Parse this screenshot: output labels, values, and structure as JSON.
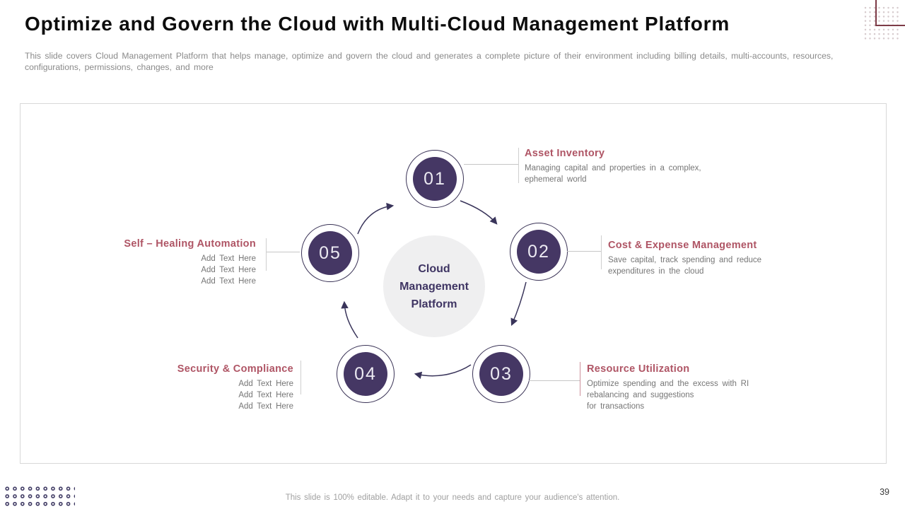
{
  "header": {
    "title": "Optimize and Govern the Cloud with Multi-Cloud Management Platform",
    "subtitle_lines": [
      "This slide covers Cloud Management Platform that helps manage, optimize and govern the cloud and generates a complete picture of their environment including billing details, multi-accounts, resources,",
      "configurations, permissions, changes, and more"
    ]
  },
  "diagram": {
    "center_lines": [
      "Cloud",
      "Management",
      "Platform"
    ],
    "items": [
      {
        "number": "01",
        "title": "Asset Inventory",
        "desc": [
          "Managing capital and properties in a complex,",
          "ephemeral world"
        ]
      },
      {
        "number": "02",
        "title": "Cost & Expense Management",
        "desc": [
          "Save capital, track spending and reduce",
          "expenditures in the cloud"
        ]
      },
      {
        "number": "03",
        "title": "Resource Utilization",
        "desc": [
          "Optimize spending and the excess with RI",
          "rebalancing and suggestions",
          "for transactions"
        ]
      },
      {
        "number": "04",
        "title": "Security & Compliance",
        "desc": [
          "Add Text Here",
          "Add Text Here",
          "Add Text Here"
        ]
      },
      {
        "number": "05",
        "title": "Self – Healing Automation",
        "desc": [
          "Add Text Here",
          "Add Text Here",
          "Add Text Here"
        ]
      }
    ]
  },
  "footer": {
    "note": "This slide is 100% editable. Adapt it to your needs and capture your audience's attention.",
    "page_number": "39"
  },
  "colors": {
    "circle_fill": "#453764",
    "accent_rose": "#AF5565",
    "arrow_navy": "#39345A",
    "deco_maroon": "#7D3B47",
    "center_circle_gray": "#EFEFF0",
    "text_gray": "#767676"
  }
}
